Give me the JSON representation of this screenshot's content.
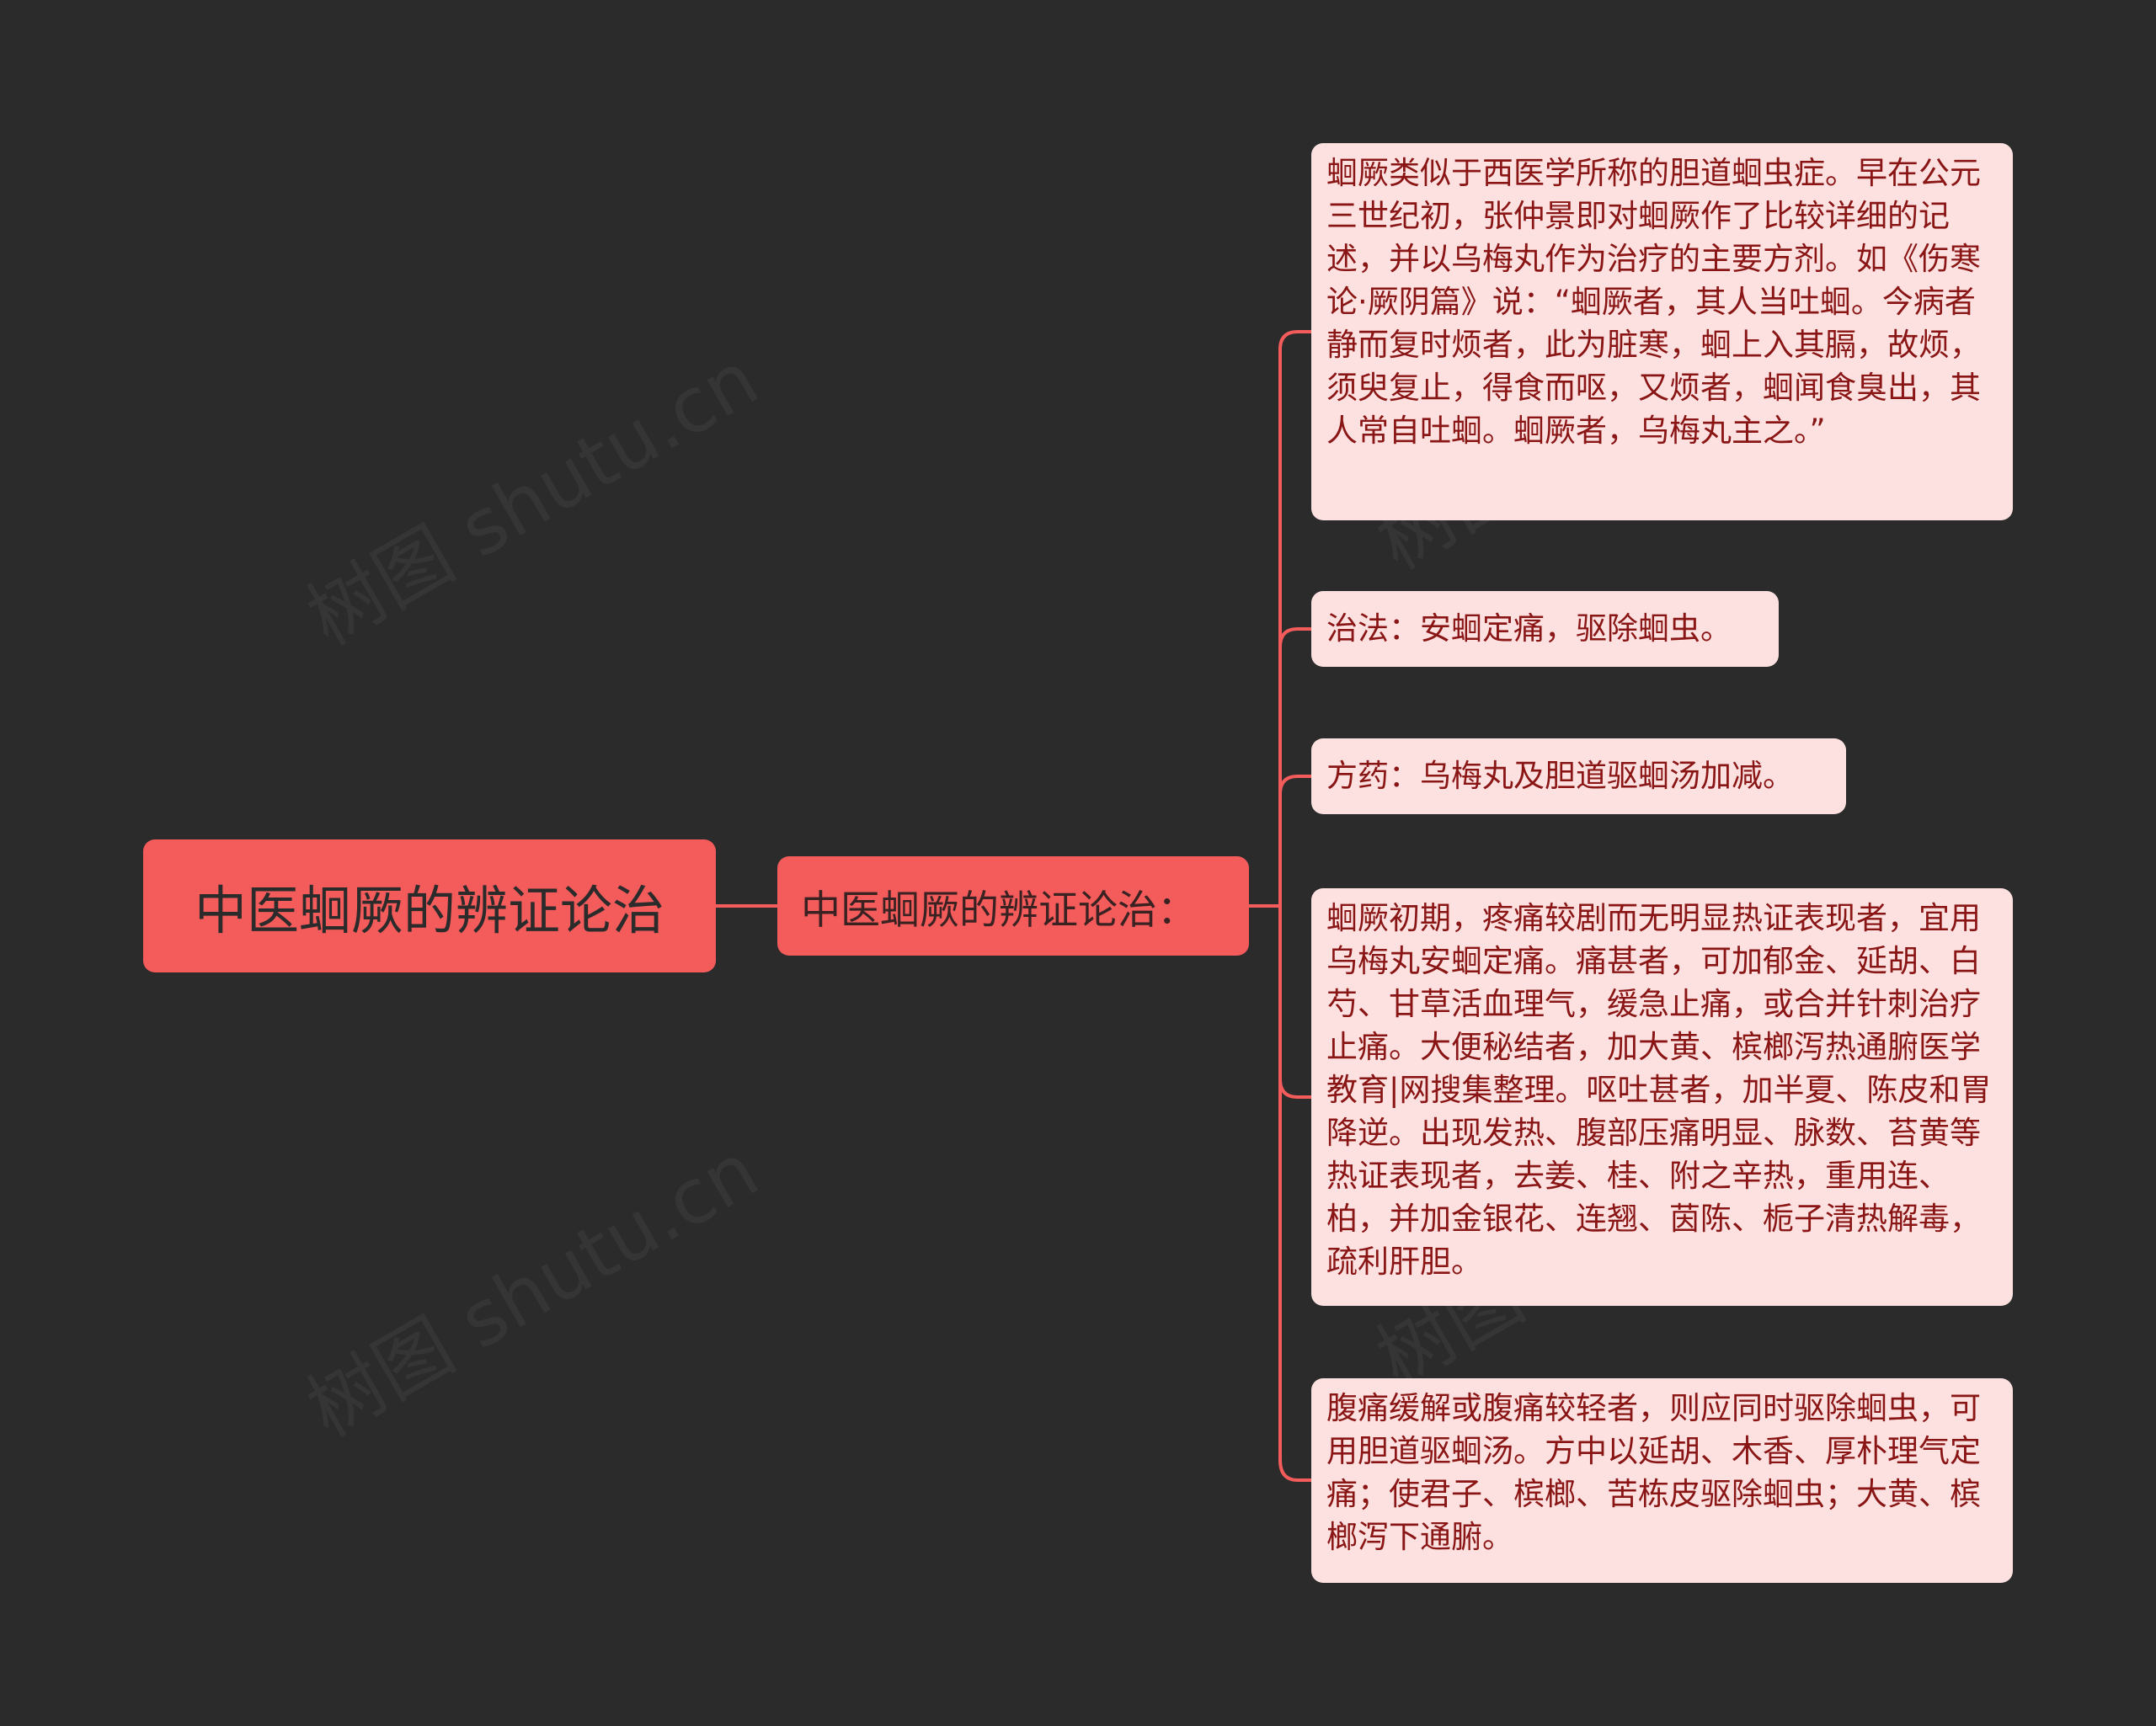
{
  "root": {
    "label": "中医蛔厥的辨证论治"
  },
  "middle": {
    "label": "中医蛔厥的辨证论治："
  },
  "leaves": [
    {
      "text": "蛔厥类似于西医学所称的胆道蛔虫症。早在公元三世纪初，张仲景即对蛔厥作了比较详细的记述，并以乌梅丸作为治疗的主要方剂。如《伤寒论·厥阴篇》说：“蛔厥者，其人当吐蛔。今病者静而复时烦者，此为脏寒，蛔上入其膈，故烦，须臾复止，得食而呕，又烦者，蛔闻食臭出，其人常自吐蛔。蛔厥者，乌梅丸主之。”"
    },
    {
      "text": "治法：安蛔定痛，驱除蛔虫。"
    },
    {
      "text": "方药：乌梅丸及胆道驱蛔汤加减。"
    },
    {
      "text": "蛔厥初期，疼痛较剧而无明显热证表现者，宜用乌梅丸安蛔定痛。痛甚者，可加郁金、延胡、白芍、甘草活血理气，缓急止痛，或合并针刺治疗止痛。大便秘结者，加大黄、槟榔泻热通腑医学教育|网搜集整理。呕吐甚者，加半夏、陈皮和胃降逆。出现发热、腹部压痛明显、脉数、苔黄等热证表现者，去姜、桂、附之辛热，重用连、柏，并加金银花、连翘、茵陈、栀子清热解毒，疏利肝胆。"
    },
    {
      "text": "腹痛缓解或腹痛较轻者，则应同时驱除蛔虫，可用胆道驱蛔汤。方中以延胡、木香、厚朴理气定痛；使君子、槟榔、苦栋皮驱除蛔虫；大黄、槟榔泻下通腑。"
    }
  ],
  "watermark": "树图 shutu.cn",
  "colors": {
    "background": "#2b2b2b",
    "primary_node": "#f45b5b",
    "leaf_node": "#fde1e1",
    "leaf_text": "#8a1515",
    "connector": "#f45b5b"
  }
}
